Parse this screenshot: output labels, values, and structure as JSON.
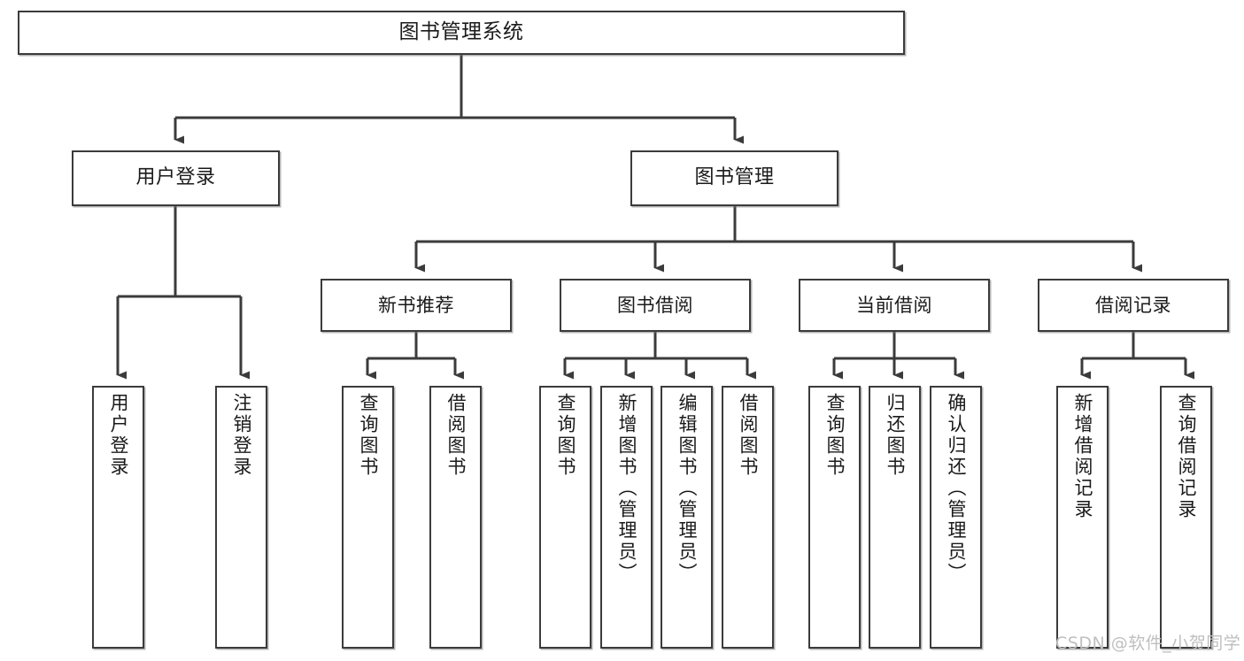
{
  "diagram": {
    "type": "tree-hierarchy",
    "title": "图书管理系统",
    "watermark": "CSDN @软件_小贺同学",
    "colors": {
      "box_border": "#3b3b3b",
      "box_fill": "#ffffff",
      "connector": "#3b3b3b",
      "text": "#1a1a1a",
      "watermark": "#bfbfbf",
      "background": "#ffffff"
    },
    "nodes": {
      "root": {
        "label": "图书管理系统",
        "level": 1
      },
      "user_login": {
        "label": "用户登录",
        "level": 2
      },
      "book_manage": {
        "label": "图书管理",
        "level": 2
      },
      "new_book_rec": {
        "label": "新书推荐",
        "level": 3
      },
      "book_borrow": {
        "label": "图书借阅",
        "level": 3
      },
      "current_borrow": {
        "label": "当前借阅",
        "level": 3
      },
      "borrow_record": {
        "label": "借阅记录",
        "level": 3
      },
      "leaf_user_login": {
        "label": "用户登录",
        "level": 4
      },
      "leaf_user_logout": {
        "label": "注销登录",
        "level": 4
      },
      "leaf_query_book_1": {
        "label": "查询图书",
        "level": 4
      },
      "leaf_borrow_book_1": {
        "label": "借阅图书",
        "level": 4
      },
      "leaf_query_book_2": {
        "label": "查询图书",
        "level": 4
      },
      "leaf_add_book": {
        "label": "新增图书（管理员）",
        "level": 4
      },
      "leaf_edit_book": {
        "label": "编辑图书（管理员）",
        "level": 4
      },
      "leaf_borrow_book_2": {
        "label": "借阅图书",
        "level": 4
      },
      "leaf_query_book_3": {
        "label": "查询图书",
        "level": 4
      },
      "leaf_return_book": {
        "label": "归还图书",
        "level": 4
      },
      "leaf_confirm_return": {
        "label": "确认归还（管理员）",
        "level": 4
      },
      "leaf_add_record": {
        "label": "新增借阅记录",
        "level": 4
      },
      "leaf_query_record": {
        "label": "查询借阅记录",
        "level": 4
      }
    },
    "edges": [
      {
        "from": "root",
        "to": "user_login"
      },
      {
        "from": "root",
        "to": "book_manage"
      },
      {
        "from": "user_login",
        "to": "leaf_user_login"
      },
      {
        "from": "user_login",
        "to": "leaf_user_logout"
      },
      {
        "from": "book_manage",
        "to": "new_book_rec"
      },
      {
        "from": "book_manage",
        "to": "book_borrow"
      },
      {
        "from": "book_manage",
        "to": "current_borrow"
      },
      {
        "from": "book_manage",
        "to": "borrow_record"
      },
      {
        "from": "new_book_rec",
        "to": "leaf_query_book_1"
      },
      {
        "from": "new_book_rec",
        "to": "leaf_borrow_book_1"
      },
      {
        "from": "book_borrow",
        "to": "leaf_query_book_2"
      },
      {
        "from": "book_borrow",
        "to": "leaf_add_book"
      },
      {
        "from": "book_borrow",
        "to": "leaf_edit_book"
      },
      {
        "from": "book_borrow",
        "to": "leaf_borrow_book_2"
      },
      {
        "from": "current_borrow",
        "to": "leaf_query_book_3"
      },
      {
        "from": "current_borrow",
        "to": "leaf_return_book"
      },
      {
        "from": "current_borrow",
        "to": "leaf_confirm_return"
      },
      {
        "from": "borrow_record",
        "to": "leaf_add_record"
      },
      {
        "from": "borrow_record",
        "to": "leaf_query_record"
      }
    ]
  }
}
